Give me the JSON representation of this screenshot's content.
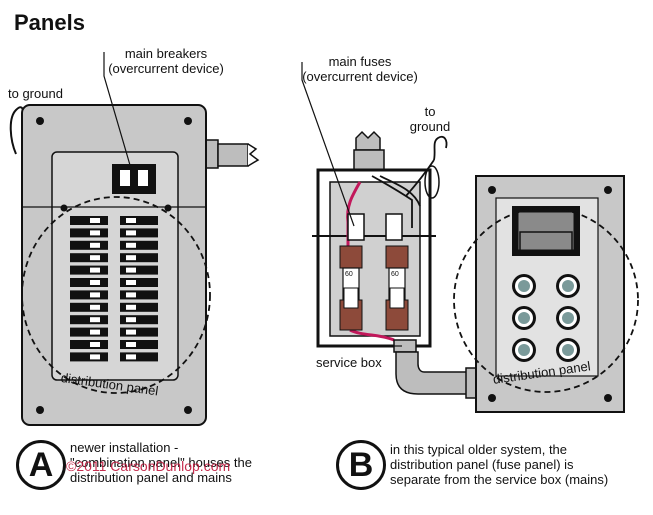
{
  "title": "Panels",
  "panel_a": {
    "label_main_breakers_1": "main breakers",
    "label_main_breakers_2": "(overcurrent device)",
    "label_to_ground": "to ground",
    "label_distribution_panel": "distribution panel",
    "badge": "A",
    "caption_1": "newer installation -",
    "caption_2": "\"combination panel\" houses the",
    "caption_3": "distribution panel and mains"
  },
  "panel_b": {
    "label_main_fuses_1": "main fuses",
    "label_main_fuses_2": "(overcurrent device)",
    "label_to_1": "to",
    "label_to_2": "ground",
    "label_service_box": "service box",
    "label_distribution_panel": "distribution panel",
    "fuse_rating_left": "60",
    "fuse_rating_right": "60",
    "badge": "B",
    "caption_1": "in this typical older system, the",
    "caption_2": "distribution panel (fuse panel) is",
    "caption_3": "separate from the service box (mains)"
  },
  "watermark": "©2011 CarsonDunlop.com",
  "colors": {
    "panel_gray": "#c8c8c8",
    "inner_gray": "#d6d6d6",
    "outline": "#111111",
    "wire_pink": "#c2185b",
    "fuse_copper": "#8d4a3a",
    "watermark": "#c0183c"
  }
}
